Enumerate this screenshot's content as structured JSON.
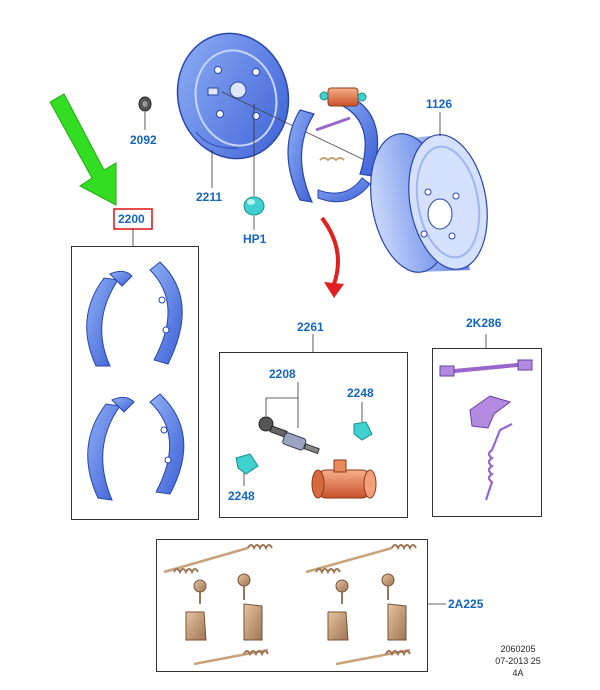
{
  "labels": {
    "backing_plate": "2211",
    "plug": "2092",
    "hole_plug": "HP1",
    "drum": "1126",
    "shoe_kit": "2200",
    "cylinder_kit": "2261",
    "bleeder_set": "2208",
    "cap_top": "2248",
    "cap_bottom": "2248",
    "adjuster_kit": "2K286",
    "hardware_kit": "2A225"
  },
  "footer": {
    "line1": "2060205",
    "line2": "07-2013 25",
    "line3": "4A"
  },
  "colors": {
    "label_blue": "#1565c0",
    "part_blue": "#4a6ee0",
    "highlight_red": "#e02020",
    "arrow_green": "#33dd22",
    "cylinder_orange": "#e07a4a",
    "adjuster_purple": "#9966cc",
    "cap_teal": "#3fd0d0",
    "spring_tan": "#c8a27a"
  }
}
